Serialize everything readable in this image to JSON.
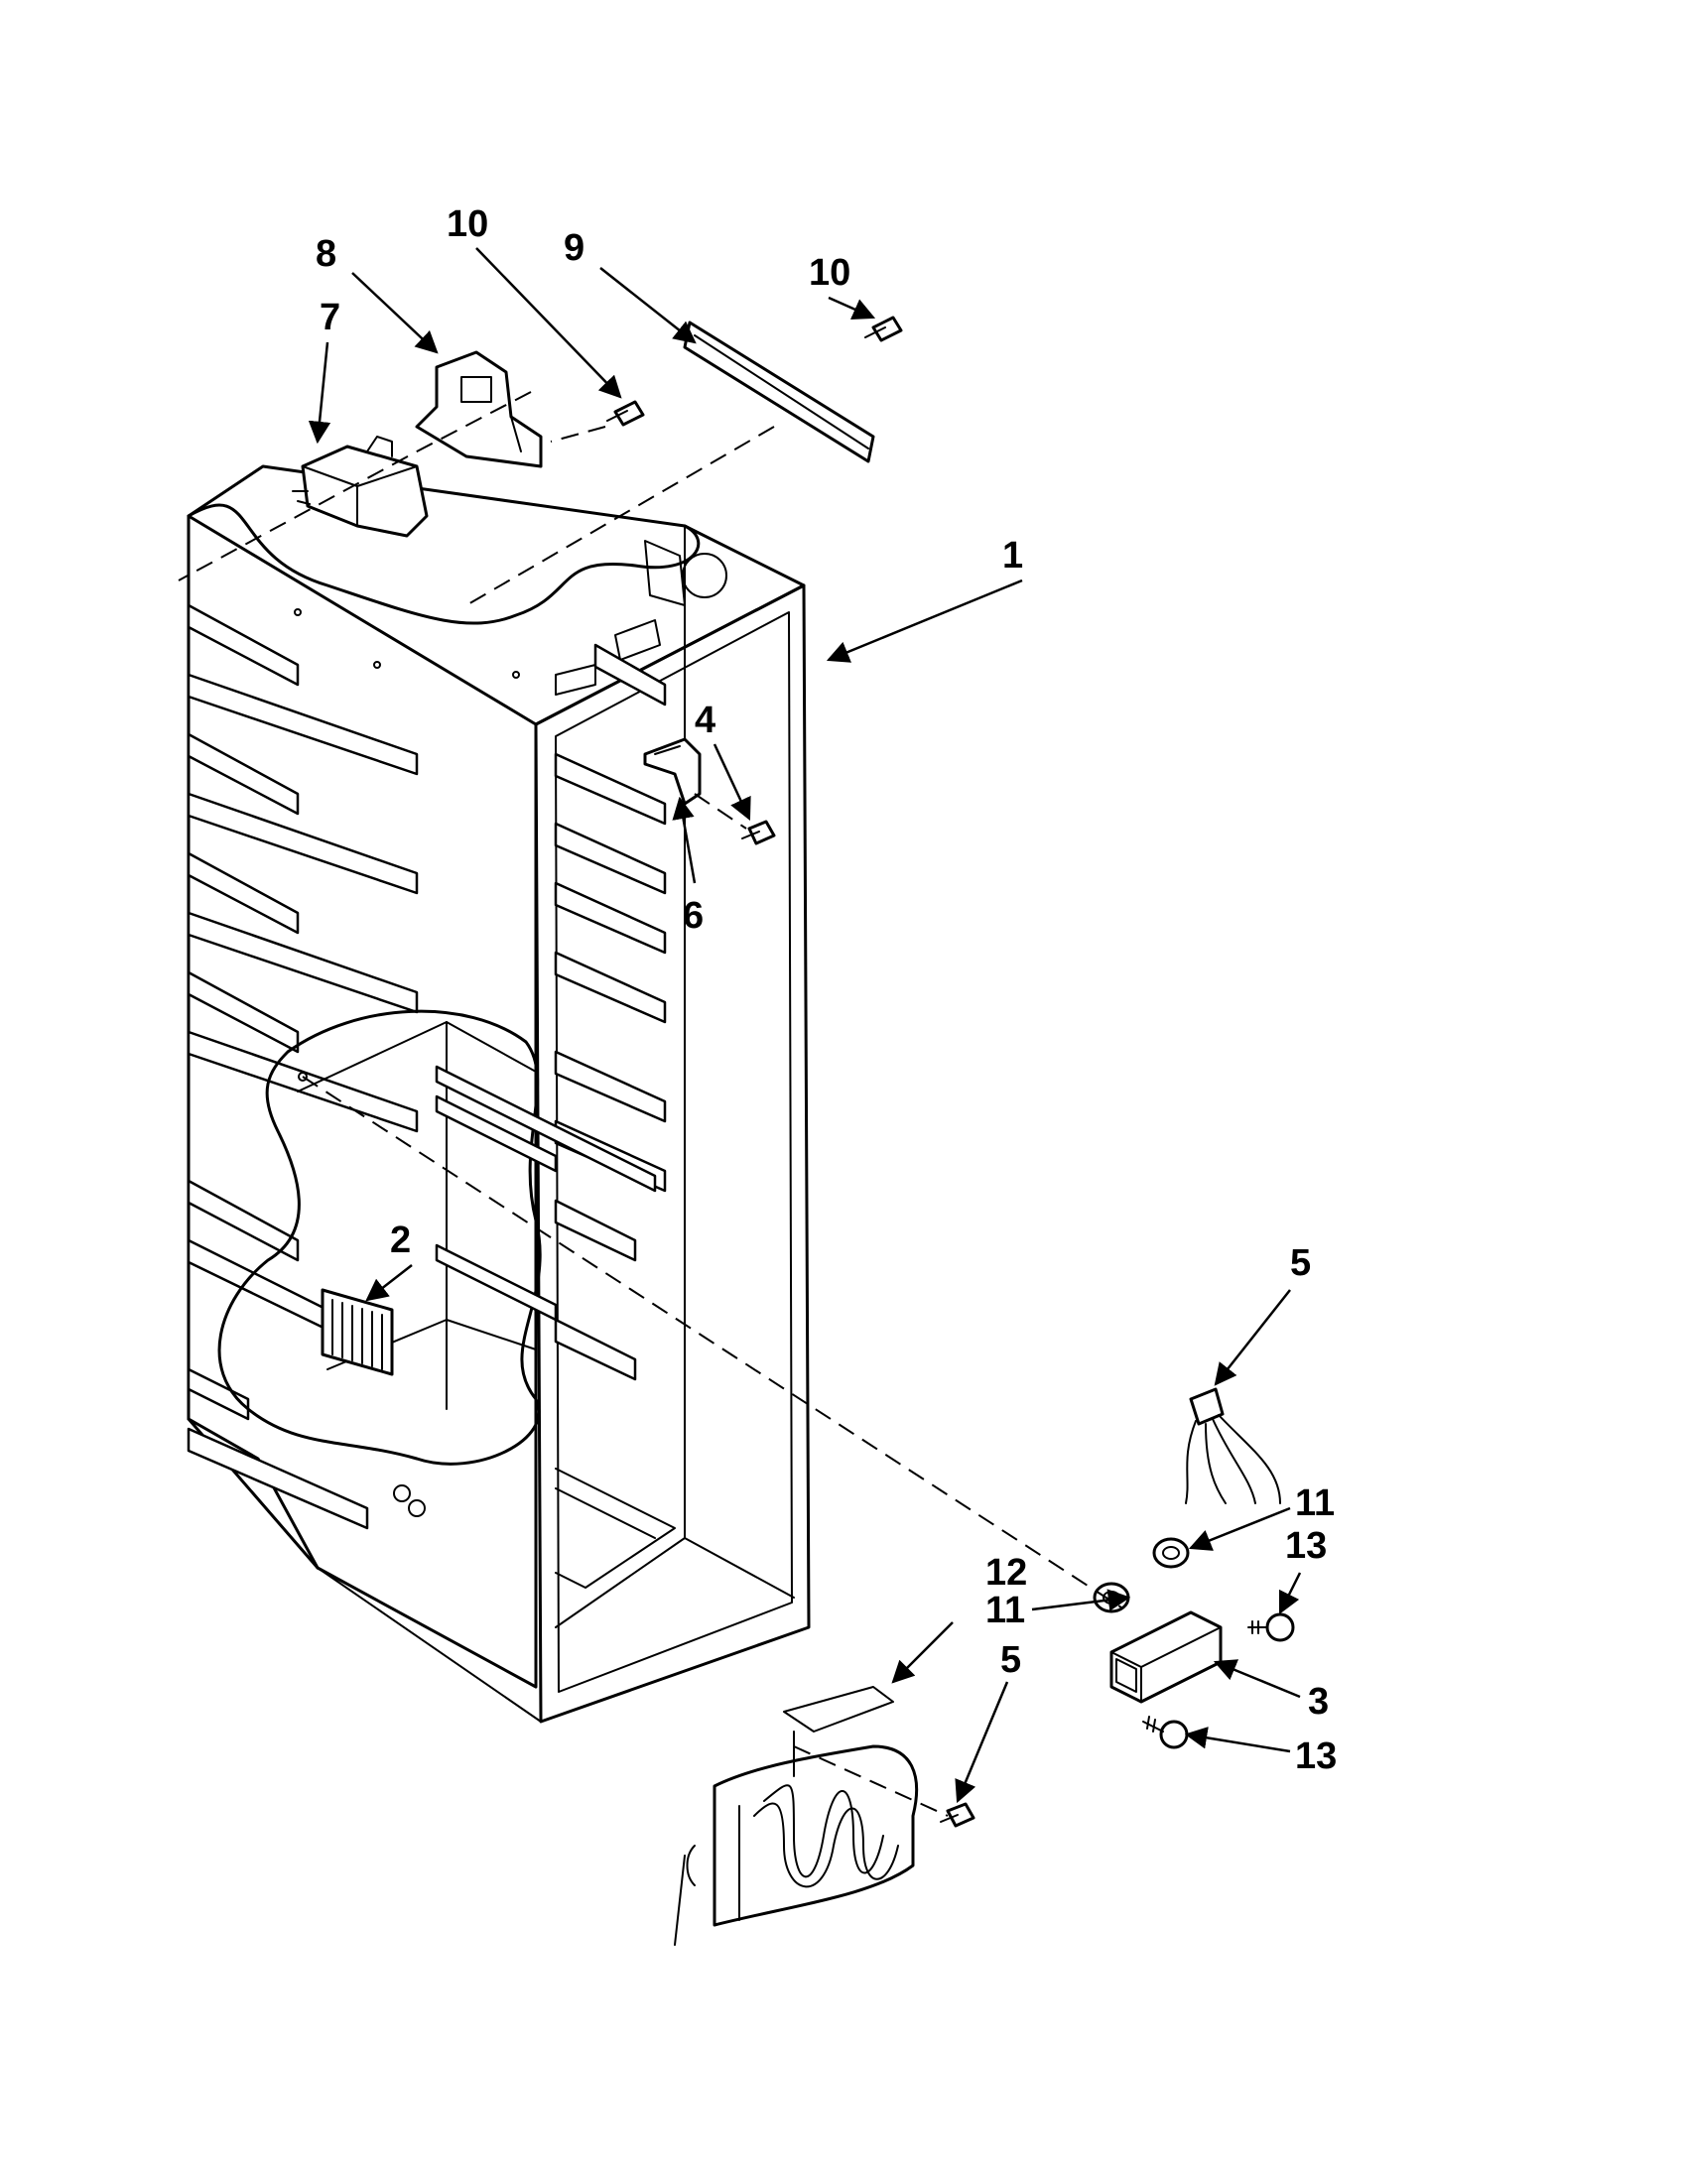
{
  "callouts": [
    {
      "id": "c1",
      "label": "1"
    },
    {
      "id": "c2",
      "label": "2"
    },
    {
      "id": "c3",
      "label": "3"
    },
    {
      "id": "c4",
      "label": "4"
    },
    {
      "id": "c5a",
      "label": "5"
    },
    {
      "id": "c5b",
      "label": "5"
    },
    {
      "id": "c6",
      "label": "6"
    },
    {
      "id": "c7",
      "label": "7"
    },
    {
      "id": "c8",
      "label": "8"
    },
    {
      "id": "c9",
      "label": "9"
    },
    {
      "id": "c10a",
      "label": "10"
    },
    {
      "id": "c10b",
      "label": "10"
    },
    {
      "id": "c11a",
      "label": "11"
    },
    {
      "id": "c11b",
      "label": "11"
    },
    {
      "id": "c12",
      "label": "12"
    },
    {
      "id": "c13a",
      "label": "13"
    },
    {
      "id": "c13b",
      "label": "13"
    }
  ],
  "colors": {
    "line": "#000000",
    "background": "#ffffff"
  }
}
